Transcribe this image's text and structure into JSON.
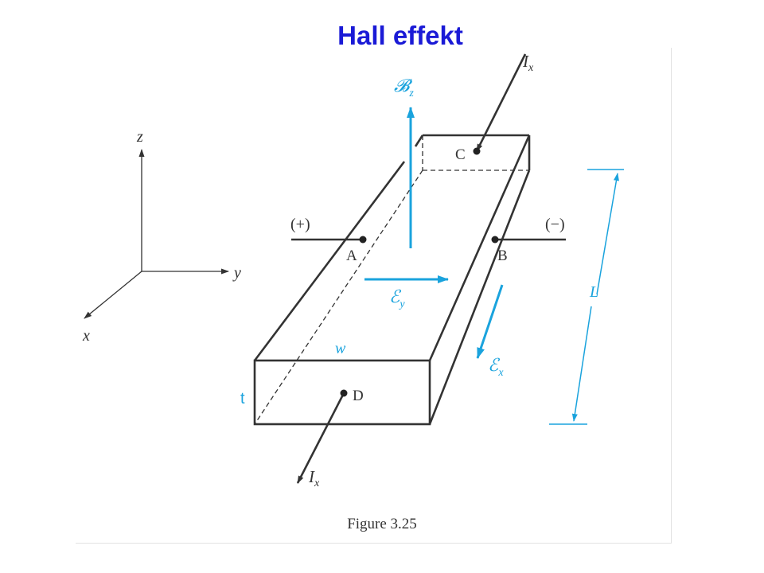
{
  "slide": {
    "title": "Hall effekt"
  },
  "colors": {
    "title": "#1a1ad6",
    "lines": "#333333",
    "accent": "#1aa3dd"
  },
  "diagram": {
    "axes": {
      "z": "z",
      "y": "y",
      "x": "x"
    },
    "labels": {
      "bz": "𝓑",
      "bz_sub": "z",
      "ey": "ℰ",
      "ey_sub": "y",
      "ex": "ℰ",
      "ex_sub": "x",
      "ix_top": "I",
      "ix_top_sub": "x",
      "ix_bottom": "I",
      "ix_bottom_sub": "x",
      "contact_a": "A",
      "contact_b": "B",
      "contact_c": "C",
      "contact_d": "D",
      "plus": "(+)",
      "minus": "(−)",
      "width": "w",
      "thickness": "t",
      "length": "L"
    },
    "caption": "Figure 3.25"
  }
}
